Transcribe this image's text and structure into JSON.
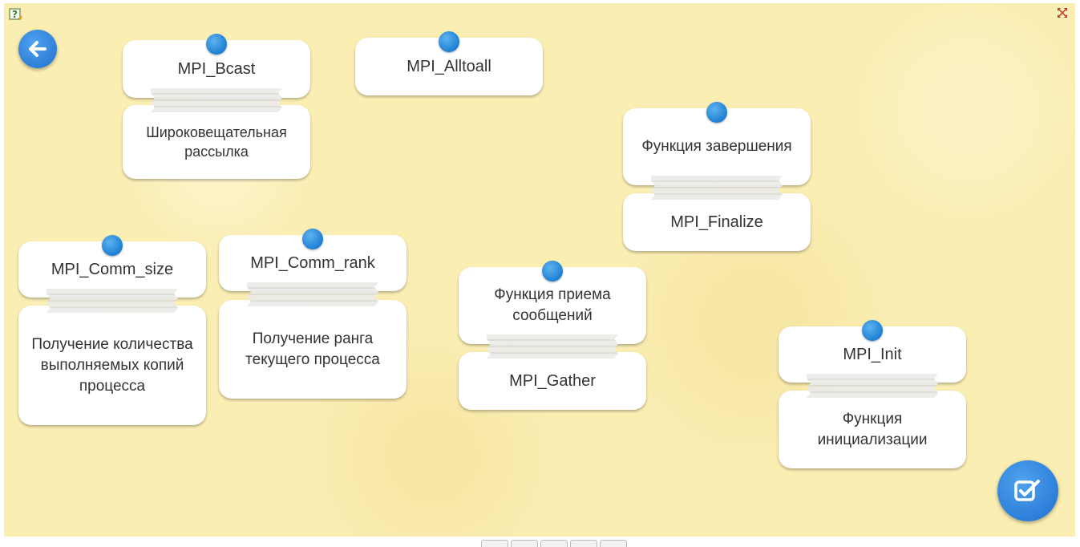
{
  "controls": {
    "help_icon": "help-question-icon",
    "fullscreen_icon": "fullscreen-icon",
    "back_icon": "arrow-left-icon",
    "check_icon": "checkbox-check-icon"
  },
  "cards": {
    "bcast_term": "MPI_Bcast",
    "bcast_def": "Широковещательная рассылка",
    "alltoall_term": "MPI_Alltoall",
    "finalize_def": "Функция завершения",
    "finalize_term": "MPI_Finalize",
    "comm_size_term": "MPI_Comm_size",
    "comm_size_def": "Получение количества выполняемых копий процесса",
    "comm_rank_term": "MPI_Comm_rank",
    "comm_rank_def": "Получение ранга текущего процесса",
    "gather_def": "Функция приема сообщений",
    "gather_term": "MPI_Gather",
    "init_term": "MPI_Init",
    "init_def": "Функция инициализации"
  },
  "colors": {
    "background": "#fbeeb3",
    "accent": "#2b87dc",
    "card": "#ffffff",
    "text": "#333333"
  }
}
